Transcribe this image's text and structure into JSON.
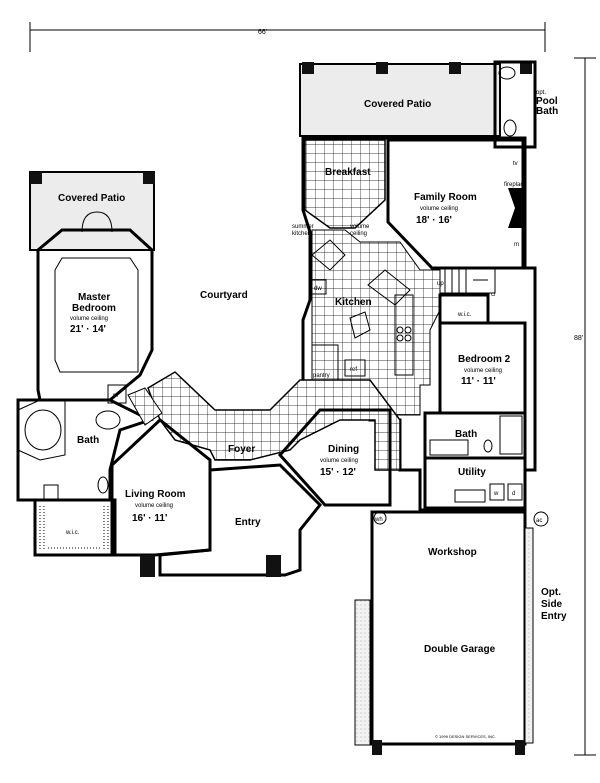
{
  "dimensions": {
    "width": "66'",
    "depth": "88'"
  },
  "rooms": {
    "covered_patio_top": "Covered Patio",
    "opt_pool_bath_1": "opt.",
    "opt_pool_bath_2": "Pool",
    "opt_pool_bath_3": "Bath",
    "covered_patio_left": "Covered Patio",
    "breakfast": "Breakfast",
    "family_room": "Family Room",
    "family_room_note": "volume ceiling",
    "family_room_size": "18' · 16'",
    "fireplace": "fireplace",
    "tv": "tv",
    "summer_kitchen_1": "summer",
    "summer_kitchen_2": "kitchen",
    "kitchen_volume_1": "volume",
    "kitchen_volume_2": "ceiling",
    "dw": "dw",
    "kitchen": "Kitchen",
    "pantry": "pantry",
    "ref": "ref",
    "master_1": "Master",
    "master_2": "Bedroom",
    "master_note": "volume ceiling",
    "master_size": "21' · 14'",
    "courtyard": "Courtyard",
    "up": "up",
    "cl": "cl",
    "wic_bed2": "w.i.c.",
    "bedroom2": "Bedroom 2",
    "bedroom2_note": "volume ceiling",
    "bedroom2_size": "11' · 11'",
    "m_family": "m",
    "m_master": "m",
    "bath_master": "Bath",
    "foyer": "Foyer",
    "dining": "Dining",
    "dining_note": "volume ceiling",
    "dining_size": "15' · 12'",
    "bath_right": "Bath",
    "utility": "Utility",
    "w": "w",
    "d": "d",
    "ac": "ac",
    "wh": "wh",
    "living_room": "Living Room",
    "living_note": "volume ceiling",
    "living_size": "16' · 11'",
    "wic_master": "w.i.c.",
    "entry": "Entry",
    "workshop": "Workshop",
    "opt_side_entry_1": "Opt.",
    "opt_side_entry_2": "Side",
    "opt_side_entry_3": "Entry",
    "double_garage": "Double Garage",
    "copyright": "© 1999 DESIGN SERVICES, INC."
  },
  "colors": {
    "line": "#000000",
    "patio": "#ececec",
    "tile": "#000000"
  }
}
